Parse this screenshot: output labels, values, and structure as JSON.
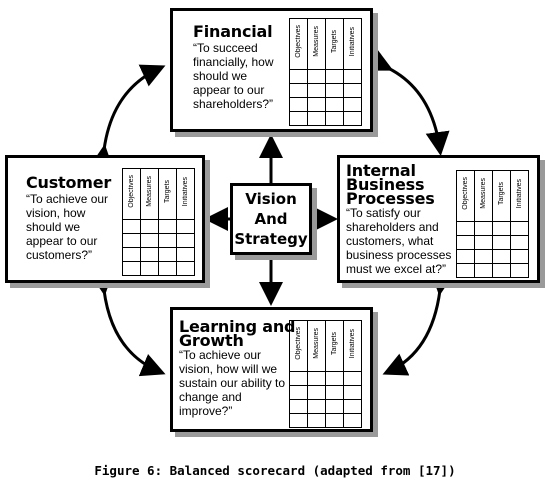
{
  "center": {
    "label": "Vision\nAnd\nStrategy"
  },
  "grid_headers": [
    "Objectives",
    "Measures",
    "Targets",
    "Initiatives"
  ],
  "boxes": {
    "financial": {
      "title": "Financial",
      "question": "“To succeed\nfinancially, how\nshould we\nappear to our\nshareholders?”"
    },
    "customer": {
      "title": "Customer",
      "question": "“To achieve our\nvision, how\nshould we\nappear to our\ncustomers?”"
    },
    "internal": {
      "title": "Internal\nBusiness\nProcesses",
      "question": "“To satisfy our\nshareholders and\ncustomers, what\nbusiness processes\nmust we excel at?”"
    },
    "learning": {
      "title": "Learning and\nGrowth",
      "question": "“To achieve our\nvision, how will we\nsustain our ability to\nchange and\nimprove?”"
    }
  },
  "caption": "Figure 6: Balanced scorecard (adapted from [17])"
}
